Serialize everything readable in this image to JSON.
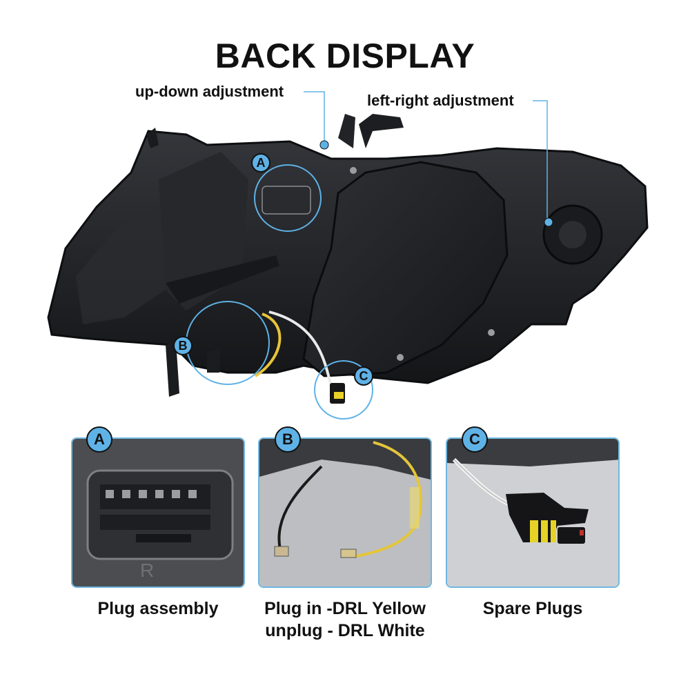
{
  "title": "BACK DISPLAY",
  "callouts": {
    "up_down": "up-down adjustment",
    "left_right": "left-right adjustment"
  },
  "badges": {
    "a": "A",
    "b": "B",
    "c": "C"
  },
  "panels": [
    {
      "badge": "A",
      "caption_line1": "Plug assembly",
      "caption_line2": ""
    },
    {
      "badge": "B",
      "caption_line1": "Plug in -DRL Yellow",
      "caption_line2": "unplug - DRL White"
    },
    {
      "badge": "C",
      "caption_line1": "Spare Plugs",
      "caption_line2": ""
    }
  ],
  "colors": {
    "accent": "#5fb2e6",
    "frame": "#6fb7e0",
    "housing": "#1c1d20"
  }
}
